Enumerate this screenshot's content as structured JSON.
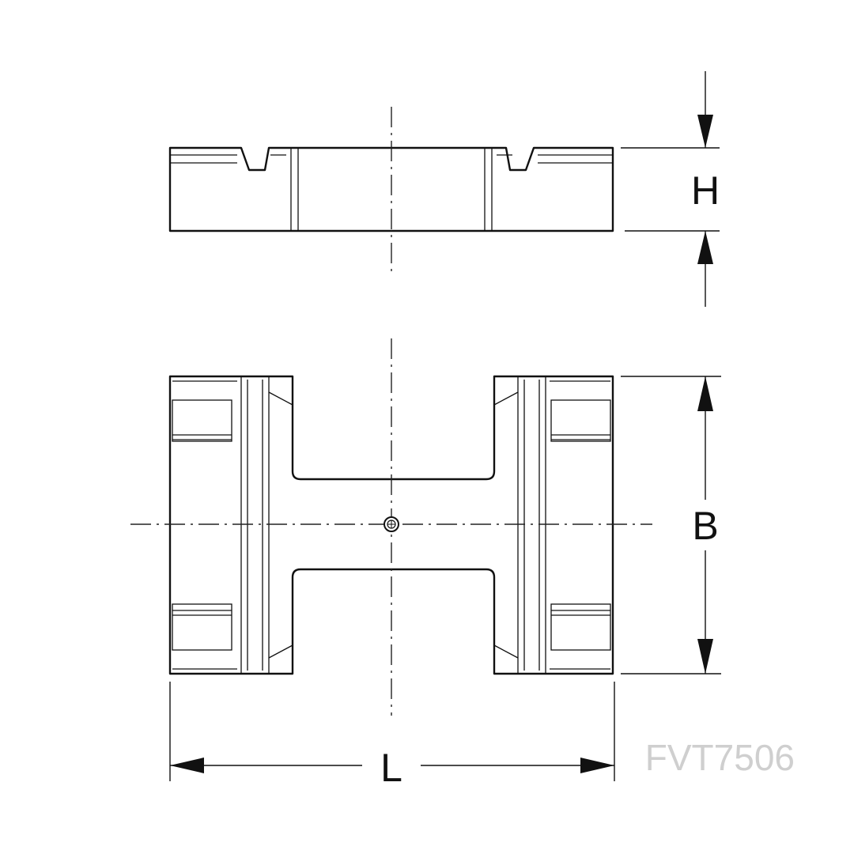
{
  "labels": {
    "height": "H",
    "breadth": "B",
    "length": "L",
    "product_code": "FVT7506"
  },
  "colors": {
    "line": "#111111",
    "code_text": "#cfcfcf",
    "background": "#ffffff"
  }
}
